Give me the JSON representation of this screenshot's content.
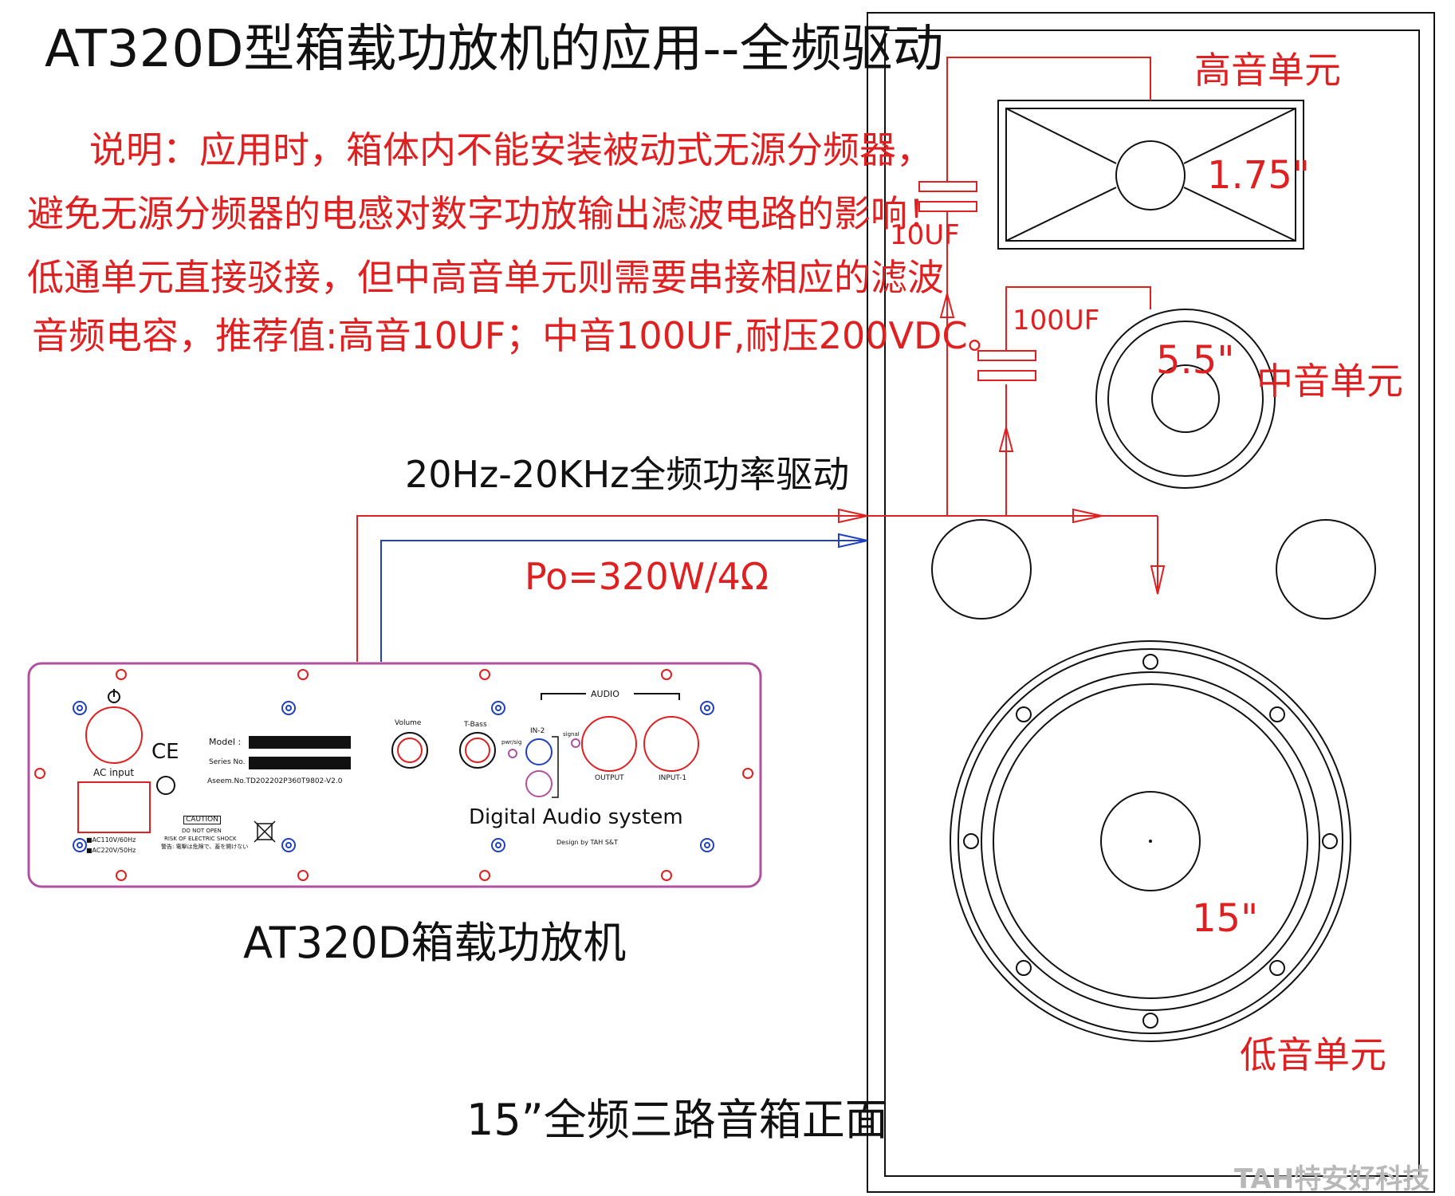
{
  "title": "AT320D型箱载功放机的应用--全频驱动",
  "note": {
    "line1": "说明：应用时，箱体内不能安装被动式无源分频器，",
    "line2": "避免无源分频器的电感对数字功放输出滤波电路的影响！",
    "line3": "低通单元直接驳接，但中高音单元则需要串接相应的滤波",
    "line4": "音频电容，推荐值:高音10UF；中音100UF,耐压200VDC。"
  },
  "signal_label": "20Hz-20KHz全频功率驱动",
  "power_label": "Po=320W/4Ω",
  "amp_caption": "AT320D箱载功放机",
  "cabinet_caption": "15”全频三路音箱正面",
  "speaker": {
    "tweeter_name": "高音单元",
    "tweeter_size": "1.75\"",
    "tweeter_cap": "10UF",
    "mid_name": "中音单元",
    "mid_size": "5.5\"",
    "mid_cap": "100UF",
    "woofer_name": "低音单元",
    "woofer_size": "15\""
  },
  "panel": {
    "ac_input": "AC input",
    "ce": "CE",
    "model_label": "Model :",
    "series_label": "Series No.",
    "aseem": "Aseem.No.TD202202P360T9802-V2.0",
    "volume": "Volume",
    "tbass": "T-Bass",
    "pwr_sig": "pwr/sig",
    "audio": "AUDIO",
    "in2": "IN-2",
    "signal": "signal",
    "output": "OUTPUT",
    "input1": "INPUT-1",
    "brand": "Digital  Audio system",
    "design": "Design by TAH S&T",
    "caution": "CAUTION",
    "do_not_open": "DO NOT OPEN",
    "risk": "RISK OF ELECTRIC SHOCK",
    "warning_jp": "警告: 電擊は危険で、蓋を開けない",
    "ac110": "■AC110V/60Hz",
    "ac220": "■AC220V/50Hz"
  },
  "watermark": "TAH特安好科技",
  "colors": {
    "red": "#e02020",
    "blue": "#2040c0",
    "panel_border": "#b050a0",
    "black": "#111111"
  }
}
